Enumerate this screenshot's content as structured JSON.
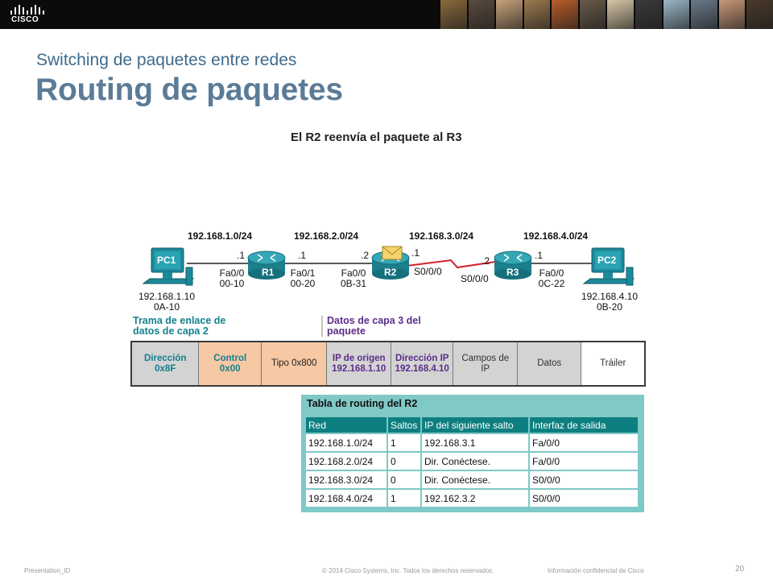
{
  "header": {
    "logo_text": "CISCO",
    "photo_colors": [
      "#8a6a3a",
      "#5b4a3e",
      "#c7a27a",
      "#9c7a4e",
      "#b85c2a",
      "#6a5a4a",
      "#d8c8a8",
      "#3a3a3a",
      "#9ab8c8",
      "#6a7a8a",
      "#c89878",
      "#4a3a2a"
    ]
  },
  "slide": {
    "subtitle": "Switching de paquetes entre redes",
    "title": "Routing de paquetes",
    "diagram_title": "El R2 reenvía el paquete al R3"
  },
  "topology": {
    "networks": [
      "192.168.1.0/24",
      "192.168.2.0/24",
      "192.168.3.0/24",
      "192.168.4.0/24"
    ],
    "pc1": {
      "label": "PC1",
      "ip": "192.168.1.10",
      "mac": "0A-10"
    },
    "pc2": {
      "label": "PC2",
      "ip": "192.168.4.10",
      "mac": "0B-20"
    },
    "r1": {
      "label": "R1",
      "addr_left": ".1",
      "addr_right": ".1",
      "if_left": "Fa0/0",
      "mac_left": "00-10",
      "if_right": "Fa0/1",
      "mac_right": "00-20"
    },
    "r2": {
      "label": "R2",
      "addr_left": ".2",
      "addr_right": ".1",
      "if_left": "Fa0/0",
      "mac_left": "0B-31",
      "if_right": "S0/0/0"
    },
    "r3": {
      "label": "R3",
      "addr_left": ".2",
      "addr_right": ".1",
      "if_left": "S0/0/0",
      "if_right": "Fa0/0",
      "mac_right": "0C-22"
    }
  },
  "legend": {
    "layer2": [
      "Trama de enlace de",
      "datos de capa 2"
    ],
    "layer3": [
      "Datos de capa 3 del",
      "paquete"
    ]
  },
  "frame": {
    "cells": [
      {
        "lines": [
          "Dirección",
          "0x8F"
        ],
        "bg": "#d3d3d3",
        "color": "#13808e",
        "bold": true
      },
      {
        "lines": [
          "Control",
          "0x00"
        ],
        "bg": "#f7c8a4",
        "color": "#13808e",
        "bold": true
      },
      {
        "lines": [
          "Tipo 0x800"
        ],
        "bg": "#f7c8a4",
        "color": "#222222",
        "bold": false
      },
      {
        "lines": [
          "IP de origen",
          "192.168.1.10"
        ],
        "bg": "#d3d3d3",
        "color": "#5c2d8a",
        "bold": true
      },
      {
        "lines": [
          "Dirección IP",
          "192.168.4.10"
        ],
        "bg": "#d3d3d3",
        "color": "#5c2d8a",
        "bold": true
      },
      {
        "lines": [
          "Campos de",
          "IP"
        ],
        "bg": "#d3d3d3",
        "color": "#333333",
        "bold": false
      },
      {
        "lines": [
          "Datos"
        ],
        "bg": "#d3d3d3",
        "color": "#333333",
        "bold": false
      },
      {
        "lines": [
          "Tráiler"
        ],
        "bg": "#ffffff",
        "color": "#333333",
        "bold": false
      }
    ]
  },
  "routing_table": {
    "title": "Tabla de routing del R2",
    "headers": [
      "Red",
      "Saltos",
      "IP del siguiente salto",
      "Interfaz de salida"
    ],
    "rows": [
      [
        "192.168.1.0/24",
        "1",
        "192.168.3.1",
        "Fa/0/0"
      ],
      [
        "192.168.2.0/24",
        "0",
        "Dir. Conéctese.",
        "Fa/0/0"
      ],
      [
        "192.168.3.0/24",
        "0",
        "Dir. Conéctese.",
        "S0/0/0"
      ],
      [
        "192.168.4.0/24",
        "1",
        "192.162.3.2",
        "S0/0/0"
      ]
    ]
  },
  "footer": {
    "presentation_id": "Presentation_ID",
    "copyright": "© 2014 Cisco Systems, Inc. Todos los derechos reservados.",
    "confidential": "Información confidencial de Cisco",
    "page": "20"
  }
}
